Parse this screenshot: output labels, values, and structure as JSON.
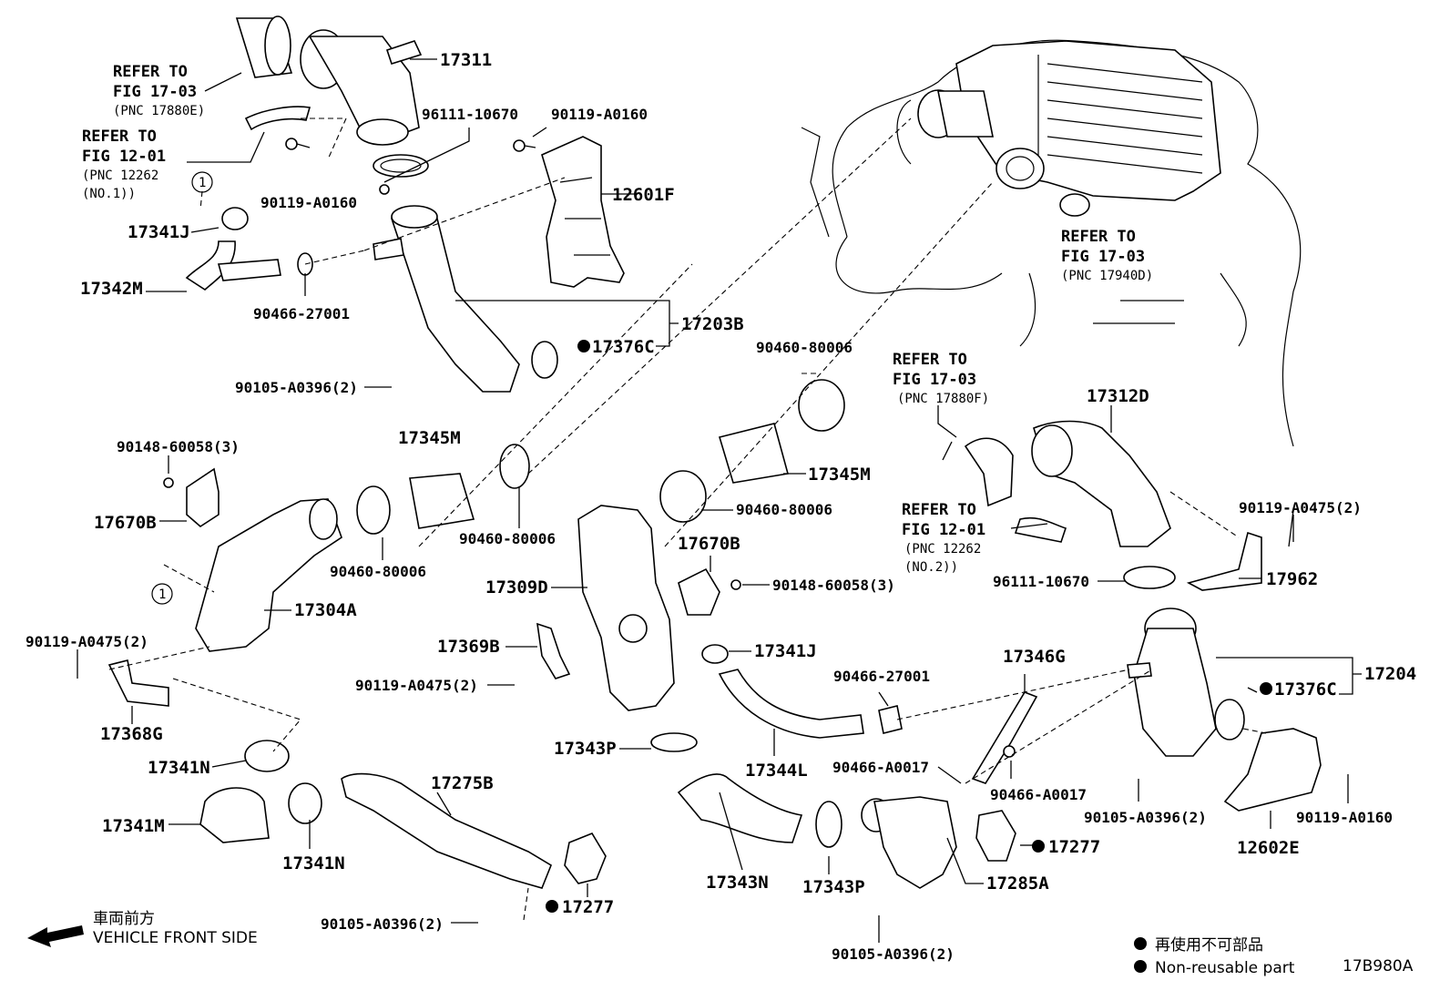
{
  "labels": {
    "p17311": "17311",
    "p96111_a": "96111-10670",
    "p90119_a0160_a": "90119-A0160",
    "p90119_a0160_b": "90119-A0160",
    "p12601f": "12601F",
    "p17341j_a": "17341J",
    "p17342m": "17342M",
    "p90466_27001_a": "90466-27001",
    "p17203b": "17203B",
    "p17376c_a": "17376C",
    "p90105_a": "90105-A0396(2)",
    "p90148_a": "90148-60058(3)",
    "p17345m_a": "17345M",
    "p17670b_a": "17670B",
    "p90460_a": "90460-80006",
    "p90460_b": "90460-80006",
    "p90460_c": "90460-80006",
    "p90460_d": "90460-80006",
    "p17345m_b": "17345M",
    "p17304a": "17304A",
    "p17309d": "17309D",
    "p17670b_b": "17670B",
    "p90148_b": "90148-60058(3)",
    "p90119_a0475_a": "90119-A0475(2)",
    "p17369b": "17369B",
    "p90119_a0475_b": "90119-A0475(2)",
    "p17368g": "17368G",
    "p17341j_b": "17341J",
    "p17341n_a": "17341N",
    "p17341m": "17341M",
    "p17341n_b": "17341N",
    "p17275b": "17275B",
    "p90105_b": "90105-A0396(2)",
    "p17277_a": "17277",
    "p17343p_a": "17343P",
    "p17344l": "17344L",
    "p17343n": "17343N",
    "p17343p_b": "17343P",
    "p90466_27001_b": "90466-27001",
    "p17346g": "17346G",
    "p90466_a0017_a": "90466-A0017",
    "p90466_a0017_b": "90466-A0017",
    "p17277_b": "17277",
    "p17285a": "17285A",
    "p90105_c": "90105-A0396(2)",
    "p17312d": "17312D",
    "p90119_a0475_c": "90119-A0475(2)",
    "p96111_b": "96111-10670",
    "p17962": "17962",
    "p17204": "17204",
    "p17376c_b": "17376C",
    "p90105_d": "90105-A0396(2)",
    "p12602e": "12602E"
  },
  "refs": [
    {
      "line1": "REFER TO",
      "line2": "FIG 17-03",
      "pnc": "(PNC 17880E)",
      "extra": ""
    },
    {
      "line1": "REFER TO",
      "line2": "FIG 12-01",
      "pnc": "(PNC 12262",
      "extra": "(NO.1))"
    },
    {
      "line1": "REFER TO",
      "line2": "FIG 17-03",
      "pnc": "(PNC 17940D)",
      "extra": ""
    },
    {
      "line1": "REFER TO",
      "line2": "FIG 17-03",
      "pnc": "(PNC 17880F)",
      "extra": ""
    },
    {
      "line1": "REFER TO",
      "line2": "FIG 12-01",
      "pnc": "(PNC 12262",
      "extra": "(NO.2))"
    }
  ],
  "circle_marker": "1",
  "front": {
    "ja": "車両前方",
    "en": "VEHICLE FRONT SIDE"
  },
  "legend": {
    "ja": "再使用不可部品",
    "en": "Non-reusable part"
  },
  "figure_code": "17B980A"
}
